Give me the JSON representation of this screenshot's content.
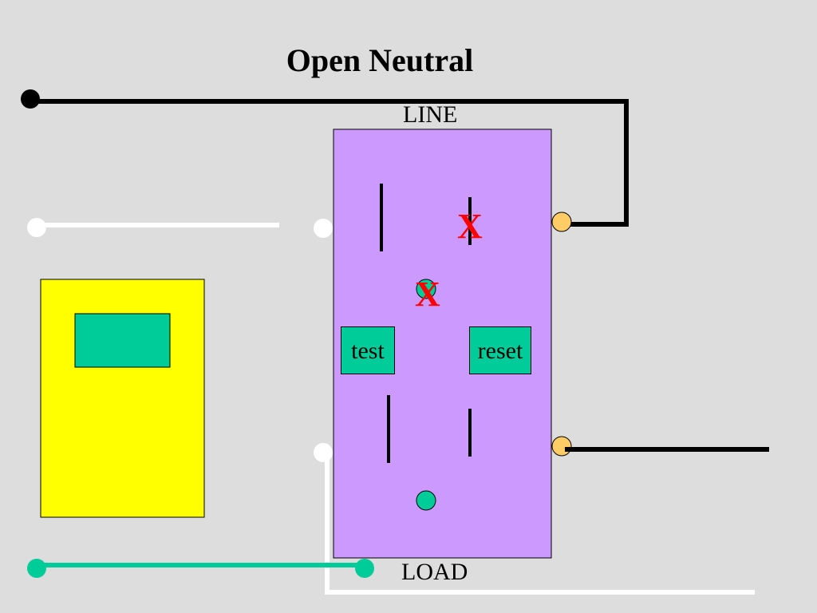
{
  "title": "Open Neutral",
  "labels": {
    "line": "LINE",
    "load": "LOAD"
  },
  "buttons": {
    "test": "test",
    "reset": "reset"
  },
  "fault_marks": [
    "X",
    "X"
  ],
  "colors": {
    "background": "#dddddd",
    "outlet_body": "#cc99ff",
    "tester_body": "#ffff00",
    "accent_green": "#00cc99",
    "terminal_orange": "#ffcc66",
    "hot_wire": "#000000",
    "neutral_wire": "#ffffff",
    "ground_wire": "#00cc99",
    "fault_mark": "#ff0000"
  }
}
